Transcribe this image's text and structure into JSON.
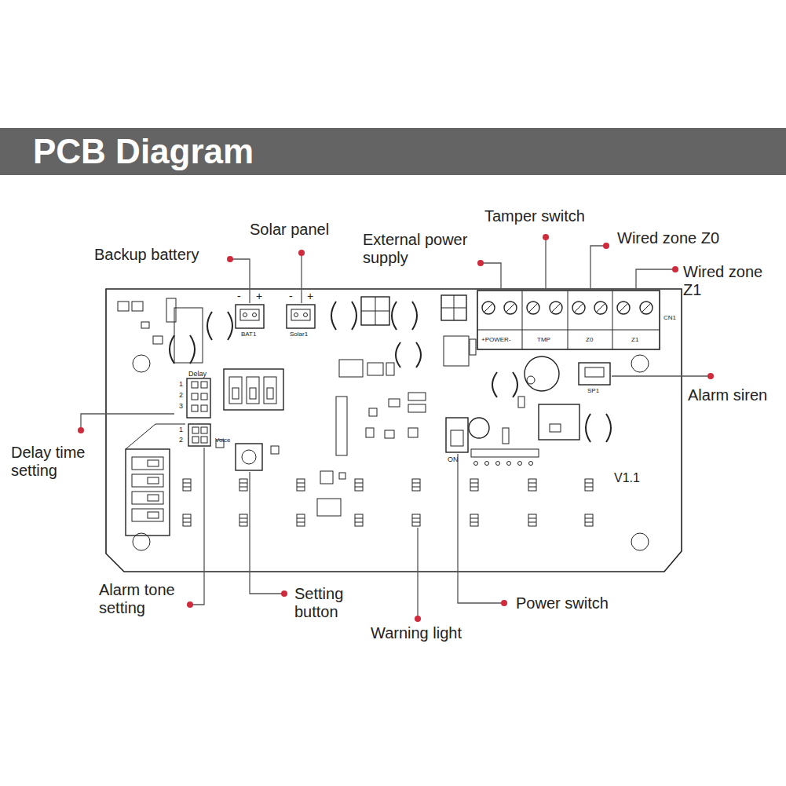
{
  "diagram": {
    "title": "PCB Diagram",
    "labels": [
      "Tamper switch",
      "Solar panel",
      "Wired zone Z0",
      "External power supply",
      "Backup battery",
      "Wired zone Z1",
      "Alarm siren",
      "Delay time setting",
      "Alarm tone setting",
      "Setting button",
      "Power switch",
      "Warning light",
      "-",
      "+",
      "-",
      "+",
      "BAT1",
      "Solar1",
      "+POWER-",
      "TMP",
      "Z0",
      "Z1",
      "CN1",
      "SP1",
      "Delay",
      "1",
      "2",
      "3",
      "Voice",
      "1",
      "2",
      "ON",
      "V1.1"
    ]
  }
}
